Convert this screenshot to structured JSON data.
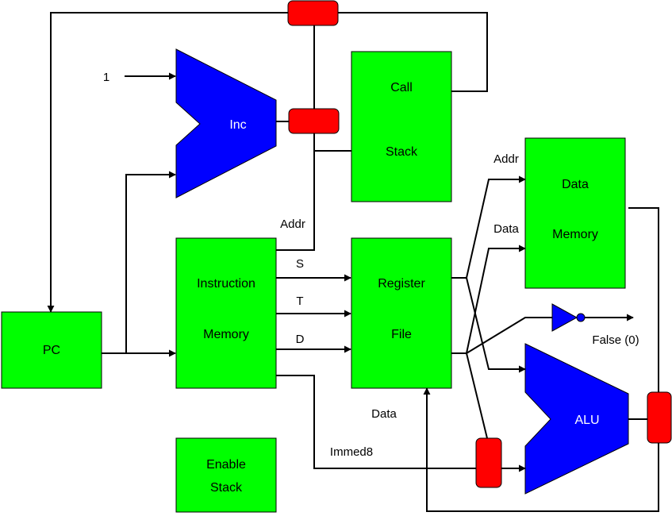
{
  "colors": {
    "block": "#00ff00",
    "unit": "#0000ff",
    "mux": "#ff0000",
    "wire": "#000000"
  },
  "blocks": {
    "pc": "PC",
    "instruction_memory": [
      "Instruction",
      "Memory"
    ],
    "call_stack": [
      "Call",
      "Stack"
    ],
    "register_file": [
      "Register",
      "File"
    ],
    "data_memory": [
      "Data",
      "Memory"
    ],
    "enable_stack": [
      "Enable",
      "Stack"
    ]
  },
  "units": {
    "inc": "Inc",
    "alu": "ALU"
  },
  "labels": {
    "const_one": "1",
    "addr_imem": "Addr",
    "s": "S",
    "t": "T",
    "d": "D",
    "addr_dmem": "Addr",
    "data_dmem": "Data",
    "data_rf": "Data",
    "immed8": "Immed8",
    "false0": "False (0)"
  }
}
